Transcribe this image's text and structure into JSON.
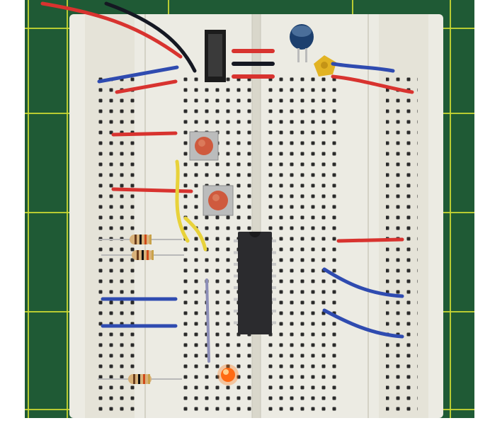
{
  "scene": {
    "subject": "breadboard-circuit",
    "colors": {
      "cutting_mat": "#1f5a35",
      "mat_grid": "#c9d832",
      "breadboard": "#ecebe3",
      "hole": "#2a2a2a",
      "wire_red": "#d8332f",
      "wire_blue": "#2f4bb0",
      "wire_yellow": "#e8d23a",
      "wire_black": "#151822",
      "chip": "#2b2b2e",
      "button_cap": "#cf5a3e",
      "led": "#ff7a1e",
      "capacitor": "#1c3f6e",
      "regulator": "#e2b323"
    },
    "components": {
      "ic_chip": {
        "pins_per_side": 8
      },
      "push_buttons": 2,
      "resistors": 3,
      "leds": 1,
      "electrolytic_capacitors": 1,
      "voltage_regulator": 1
    }
  }
}
